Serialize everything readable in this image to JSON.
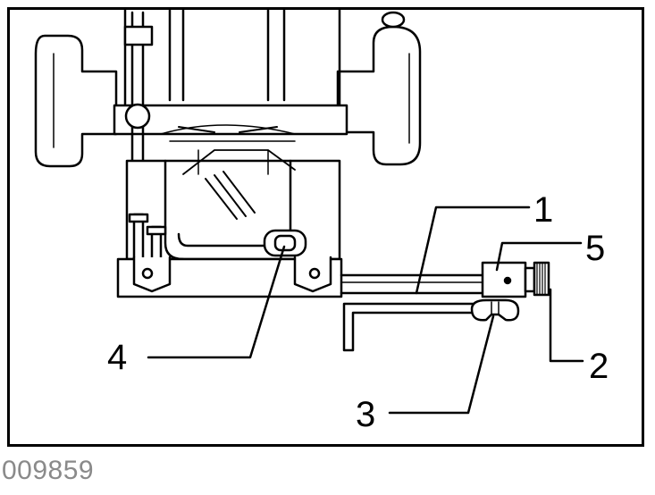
{
  "diagram": {
    "callouts": [
      {
        "id": "1",
        "label": "1"
      },
      {
        "id": "5",
        "label": "5"
      },
      {
        "id": "2",
        "label": "2"
      },
      {
        "id": "4",
        "label": "4"
      },
      {
        "id": "3",
        "label": "3"
      }
    ]
  },
  "figure_id": "009859"
}
